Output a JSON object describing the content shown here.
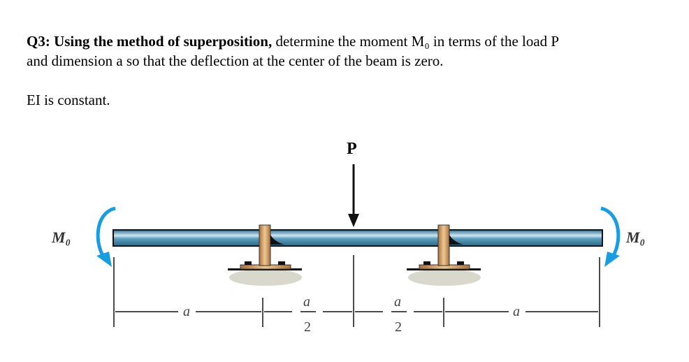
{
  "question": {
    "label": "Q3:",
    "bold_lead": "Using the method of superposition,",
    "line1_rest": "determine the moment M₀ in terms of the load P",
    "line2": "and dimension a so that the deflection at the center of the beam is zero.",
    "line3": "EI is constant."
  },
  "figure": {
    "load_label": "P",
    "moment_left": "M₀",
    "moment_right": "M₀",
    "dims": [
      "a",
      "a",
      "2",
      "a",
      "2",
      "a"
    ],
    "beam_color": "#3e7fa0",
    "moment_arrow_color": "#1a9de0",
    "support_color": "#c8955a"
  }
}
